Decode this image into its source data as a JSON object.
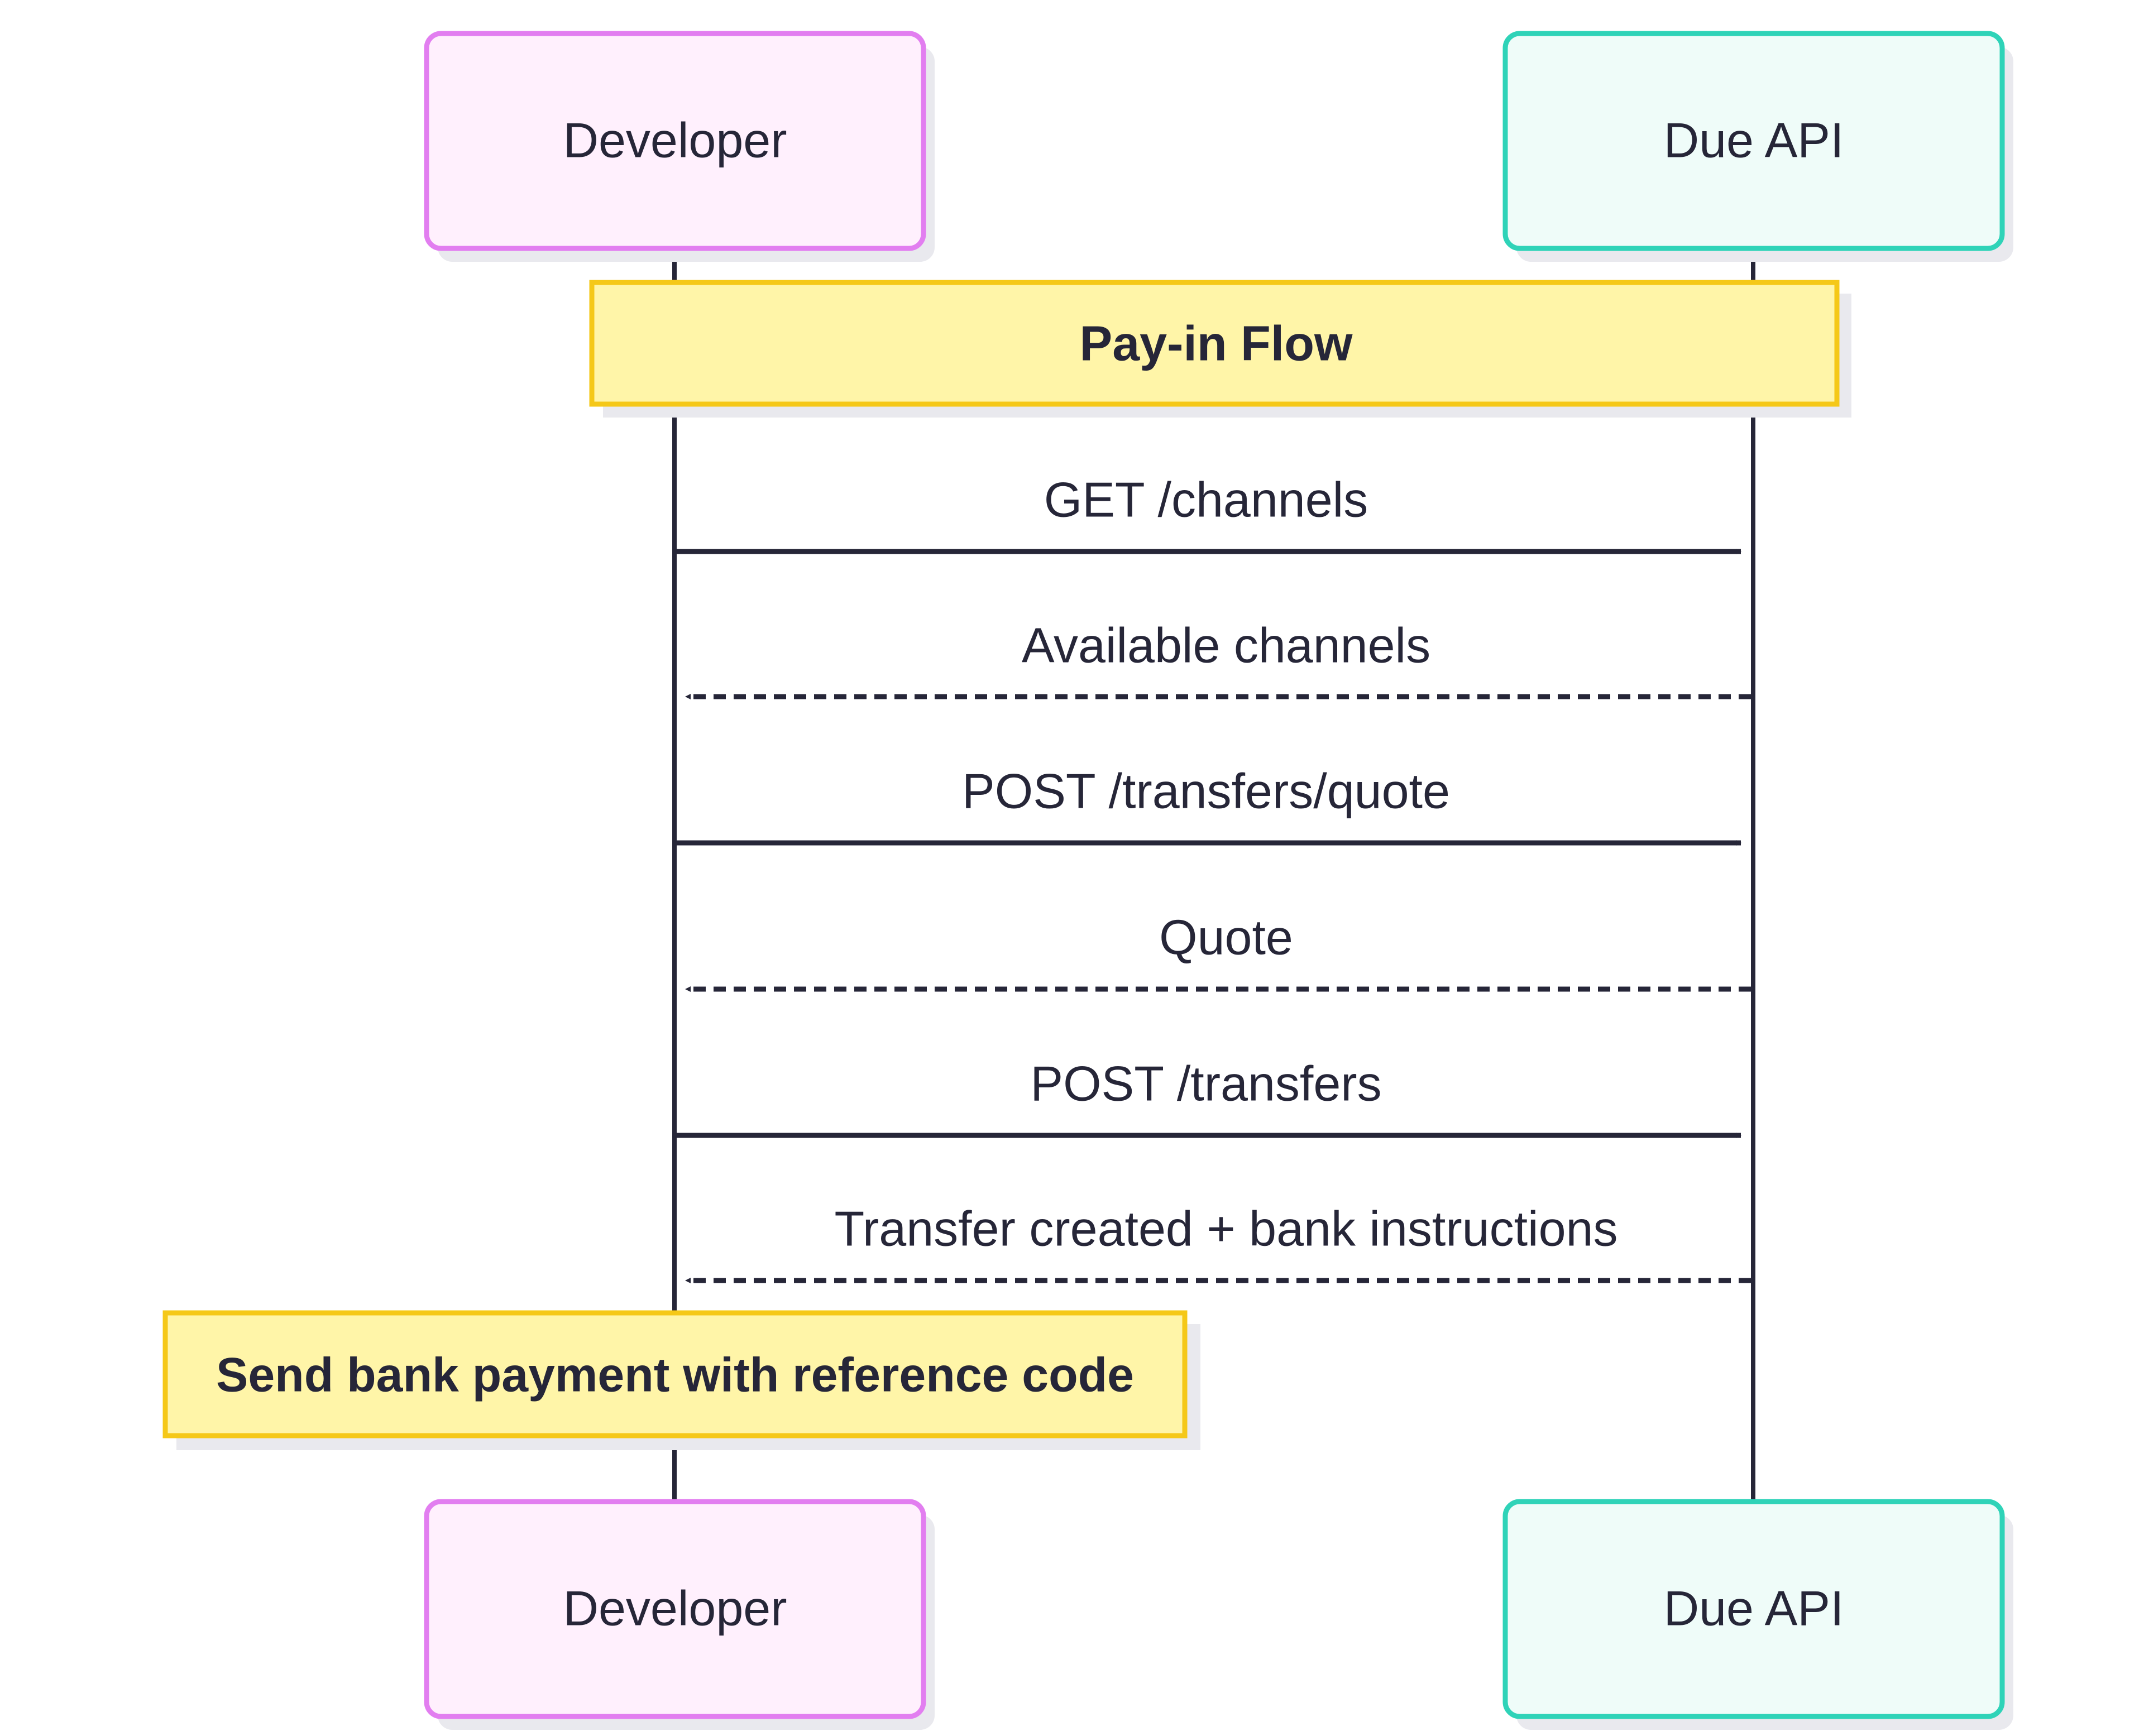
{
  "actors": [
    {
      "id": "dev",
      "name": "Developer",
      "fill": "#fff0fd",
      "stroke": "#e27ef0"
    },
    {
      "id": "api",
      "name": "Due API",
      "fill": "#effcf9",
      "stroke": "#2fd3b8"
    }
  ],
  "notes": [
    {
      "text": "Pay-in Flow",
      "over": [
        "dev",
        "api"
      ]
    },
    {
      "text": "Send bank payment with reference code",
      "over": [
        "dev"
      ]
    }
  ],
  "messages": [
    {
      "label": "GET /channels",
      "from": "dev",
      "to": "api",
      "style": "solid"
    },
    {
      "label": "Available channels",
      "from": "api",
      "to": "dev",
      "style": "dashed"
    },
    {
      "label": "POST /transfers/quote",
      "from": "dev",
      "to": "api",
      "style": "solid"
    },
    {
      "label": "Quote",
      "from": "api",
      "to": "dev",
      "style": "dashed"
    },
    {
      "label": "POST /transfers",
      "from": "dev",
      "to": "api",
      "style": "solid"
    },
    {
      "label": "Transfer created + bank instructions",
      "from": "api",
      "to": "dev",
      "style": "dashed"
    }
  ],
  "colors": {
    "line": "#262638",
    "note_fill": "#fff5a8",
    "note_stroke": "#f5c818",
    "shadow": "#e9e9ee",
    "text": "#262638"
  }
}
